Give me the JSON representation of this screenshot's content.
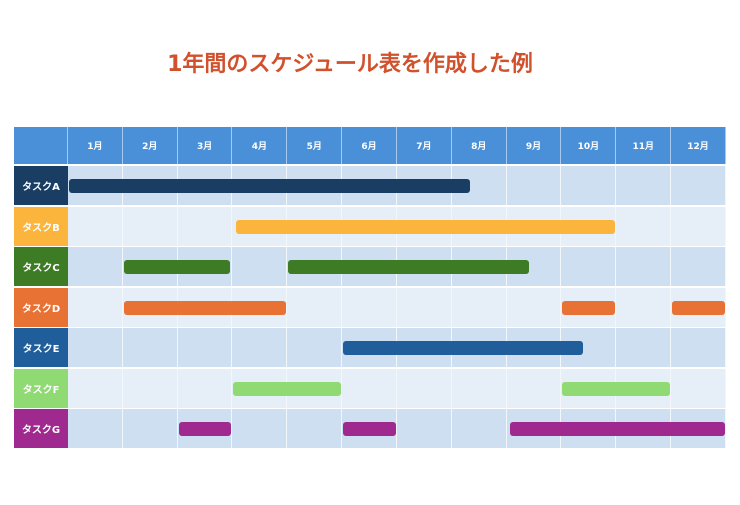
{
  "title": "1年間のスケジュール表を作成した例",
  "chart_data": {
    "type": "gantt",
    "title": "1年間のスケジュール表を作成した例",
    "months": [
      "1月",
      "2月",
      "3月",
      "4月",
      "5月",
      "6月",
      "7月",
      "8月",
      "9月",
      "10月",
      "11月",
      "12月"
    ],
    "header_color": "#4a90d9",
    "row_colors": [
      "#cddff0",
      "#e6eff7"
    ],
    "tasks": [
      {
        "name": "タスクA",
        "color": "#1a3d63",
        "bars": [
          [
            0,
            7.35
          ]
        ]
      },
      {
        "name": "タスクB",
        "color": "#fbb53c",
        "bars": [
          [
            3.05,
            10.0
          ]
        ]
      },
      {
        "name": "タスクC",
        "color": "#3d7b25",
        "bars": [
          [
            1.0,
            2.97
          ],
          [
            4.0,
            8.42
          ]
        ]
      },
      {
        "name": "タスクD",
        "color": "#e87234",
        "bars": [
          [
            1.0,
            4.0
          ],
          [
            9.0,
            10.0
          ],
          [
            11.0,
            12.0
          ]
        ]
      },
      {
        "name": "タスクE",
        "color": "#1f5e9a",
        "bars": [
          [
            5.0,
            9.42
          ]
        ]
      },
      {
        "name": "タスクF",
        "color": "#8fda72",
        "bars": [
          [
            3.0,
            5.0
          ],
          [
            9.0,
            11.0
          ]
        ]
      },
      {
        "name": "タスクG",
        "color": "#a0298f",
        "bars": [
          [
            2.0,
            3.0
          ],
          [
            5.0,
            6.0
          ],
          [
            8.05,
            12.0
          ]
        ]
      }
    ]
  }
}
